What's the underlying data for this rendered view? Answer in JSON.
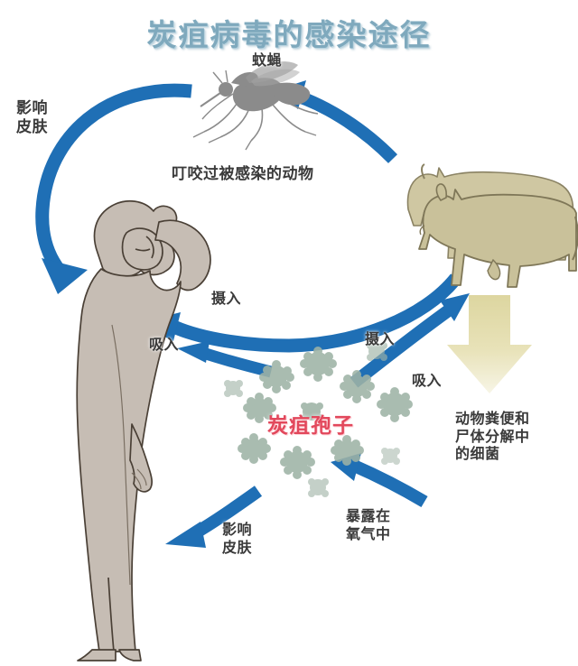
{
  "diagram": {
    "title": "炭疽病毒的感染途径",
    "title_color": "#7fa9bd",
    "background": "#ffffff",
    "arrow_color": "#1f6fb5",
    "spore_color": "#9bb0a4",
    "spore_label_color": "#e2485c",
    "animal_color": "#c8c09a",
    "human_color": "#c4bcb4",
    "insect_color": "#8e8e8e",
    "yellow_arrow_color": "#ded79e"
  },
  "labels": {
    "mosquito": "蚊蝇",
    "affect_skin_top": "影响\n皮肤",
    "bit_infected_animal": "叮咬过被感染的动物",
    "ingest_left": "摄入",
    "inhale_left": "吸入",
    "ingest_right": "摄入",
    "inhale_right": "吸入",
    "anthrax_spores": "炭疽孢子",
    "feces_bacteria": "动物粪便和\n尸体分解中\n的细菌",
    "exposed_to_oxygen": "暴露在\n氧气中",
    "affect_skin_bottom": "影响\n皮肤"
  },
  "nodes": [
    {
      "id": "mosquito",
      "name": "蚊蝇",
      "kind": "insect"
    },
    {
      "id": "cattle",
      "name": "被感染的动物",
      "kind": "animal"
    },
    {
      "id": "human",
      "name": "人",
      "kind": "person"
    },
    {
      "id": "spores",
      "name": "炭疽孢子",
      "kind": "pathogen"
    },
    {
      "id": "carcass",
      "name": "动物粪便和尸体分解中的细菌",
      "kind": "source"
    }
  ],
  "flows": [
    {
      "from": "mosquito",
      "to": "human",
      "label": "影响皮肤"
    },
    {
      "from": "cattle",
      "to": "mosquito",
      "label": "叮咬过被感染的动物"
    },
    {
      "from": "cattle",
      "to": "human",
      "label": "摄入"
    },
    {
      "from": "spores",
      "to": "human",
      "label": "吸入"
    },
    {
      "from": "spores",
      "to": "cattle",
      "label": "摄入"
    },
    {
      "from": "spores",
      "to": "cattle",
      "label": "吸入"
    },
    {
      "from": "carcass",
      "to": "spores",
      "label": "暴露在氧气中"
    },
    {
      "from": "spores",
      "to": "human",
      "label": "影响皮肤"
    }
  ]
}
